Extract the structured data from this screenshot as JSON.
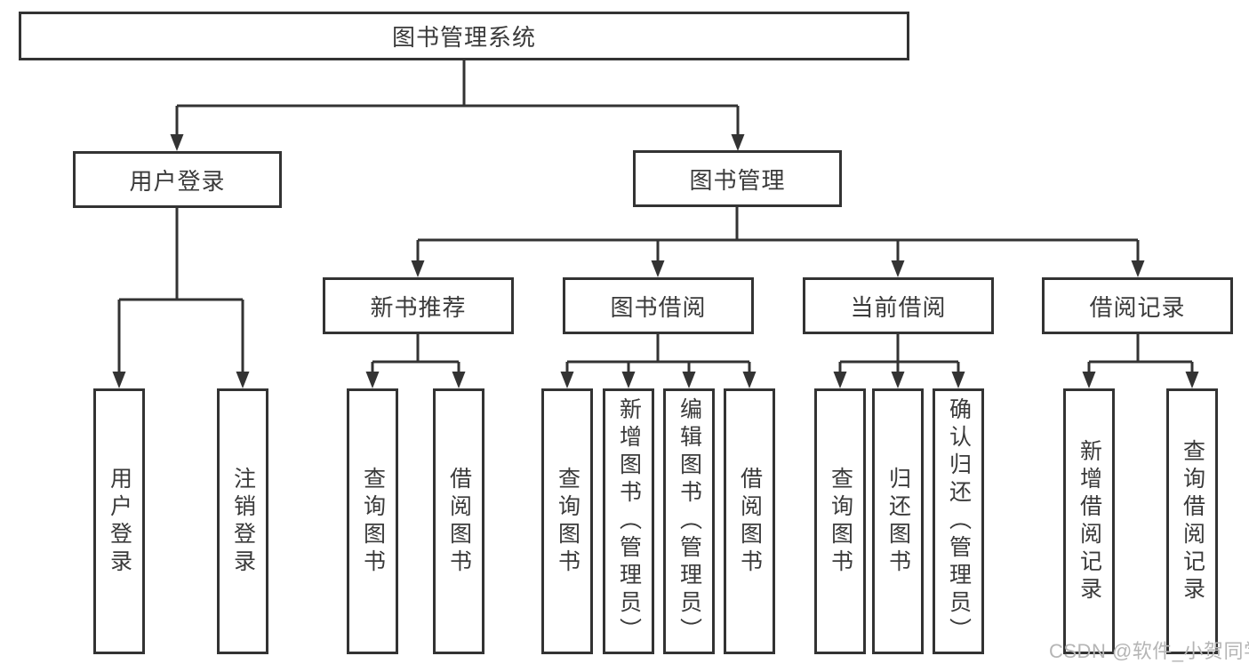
{
  "diagram": {
    "root": {
      "label": "图书管理系统"
    },
    "level2": [
      {
        "label": "用户登录"
      },
      {
        "label": "图书管理"
      }
    ],
    "level3": [
      {
        "label": "新书推荐",
        "parent": "图书管理"
      },
      {
        "label": "图书借阅",
        "parent": "图书管理"
      },
      {
        "label": "当前借阅",
        "parent": "图书管理"
      },
      {
        "label": "借阅记录",
        "parent": "图书管理"
      }
    ],
    "leaves": [
      {
        "label": "用户登录",
        "parent": "用户登录"
      },
      {
        "label": "注销登录",
        "parent": "用户登录"
      },
      {
        "label": "查询图书",
        "parent": "新书推荐"
      },
      {
        "label": "借阅图书",
        "parent": "新书推荐"
      },
      {
        "label": "查询图书",
        "parent": "图书借阅"
      },
      {
        "label": "新增图书（管理员）",
        "parent": "图书借阅"
      },
      {
        "label": "编辑图书（管理员）",
        "parent": "图书借阅"
      },
      {
        "label": "借阅图书",
        "parent": "图书借阅"
      },
      {
        "label": "查询图书",
        "parent": "当前借阅"
      },
      {
        "label": "归还图书",
        "parent": "当前借阅"
      },
      {
        "label": "确认归还（管理员）",
        "parent": "当前借阅"
      },
      {
        "label": "新增借阅记录",
        "parent": "借阅记录"
      },
      {
        "label": "查询借阅记录",
        "parent": "借阅记录"
      }
    ]
  },
  "watermark": "CSDN @软件_小贺同学",
  "colors": {
    "line": "#333333",
    "box_border": "#333333",
    "box_background": "#ffffff",
    "text": "#3a3a3a",
    "watermark": "#b5b5b5",
    "page_background": "#ffffff"
  }
}
